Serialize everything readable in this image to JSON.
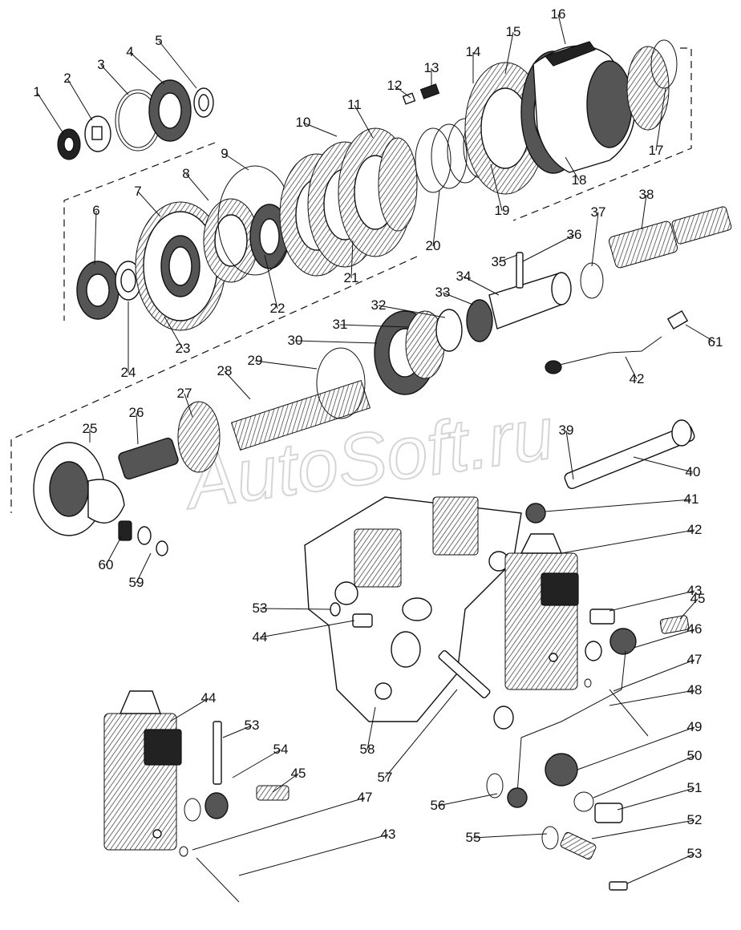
{
  "watermark": "AutoSoft.ru",
  "callouts": [
    {
      "n": "1"
    },
    {
      "n": "2"
    },
    {
      "n": "3"
    },
    {
      "n": "4"
    },
    {
      "n": "5"
    },
    {
      "n": "6"
    },
    {
      "n": "7"
    },
    {
      "n": "8"
    },
    {
      "n": "9"
    },
    {
      "n": "10"
    },
    {
      "n": "11"
    },
    {
      "n": "12"
    },
    {
      "n": "13"
    },
    {
      "n": "14"
    },
    {
      "n": "15"
    },
    {
      "n": "16"
    },
    {
      "n": "17"
    },
    {
      "n": "18"
    },
    {
      "n": "19"
    },
    {
      "n": "20"
    },
    {
      "n": "21"
    },
    {
      "n": "22"
    },
    {
      "n": "23"
    },
    {
      "n": "24"
    },
    {
      "n": "25"
    },
    {
      "n": "26"
    },
    {
      "n": "27"
    },
    {
      "n": "28"
    },
    {
      "n": "29"
    },
    {
      "n": "30"
    },
    {
      "n": "31"
    },
    {
      "n": "32"
    },
    {
      "n": "33"
    },
    {
      "n": "34"
    },
    {
      "n": "35"
    },
    {
      "n": "36"
    },
    {
      "n": "37"
    },
    {
      "n": "38"
    },
    {
      "n": "39"
    },
    {
      "n": "40"
    },
    {
      "n": "41"
    },
    {
      "n": "42"
    },
    {
      "n": "42"
    },
    {
      "n": "43"
    },
    {
      "n": "43"
    },
    {
      "n": "44"
    },
    {
      "n": "44"
    },
    {
      "n": "45"
    },
    {
      "n": "45"
    },
    {
      "n": "46"
    },
    {
      "n": "47"
    },
    {
      "n": "47"
    },
    {
      "n": "48"
    },
    {
      "n": "49"
    },
    {
      "n": "50"
    },
    {
      "n": "51"
    },
    {
      "n": "52"
    },
    {
      "n": "53"
    },
    {
      "n": "53"
    },
    {
      "n": "53"
    },
    {
      "n": "54"
    },
    {
      "n": "55"
    },
    {
      "n": "56"
    },
    {
      "n": "57"
    },
    {
      "n": "58"
    },
    {
      "n": "59"
    },
    {
      "n": "60"
    },
    {
      "n": "61"
    }
  ]
}
